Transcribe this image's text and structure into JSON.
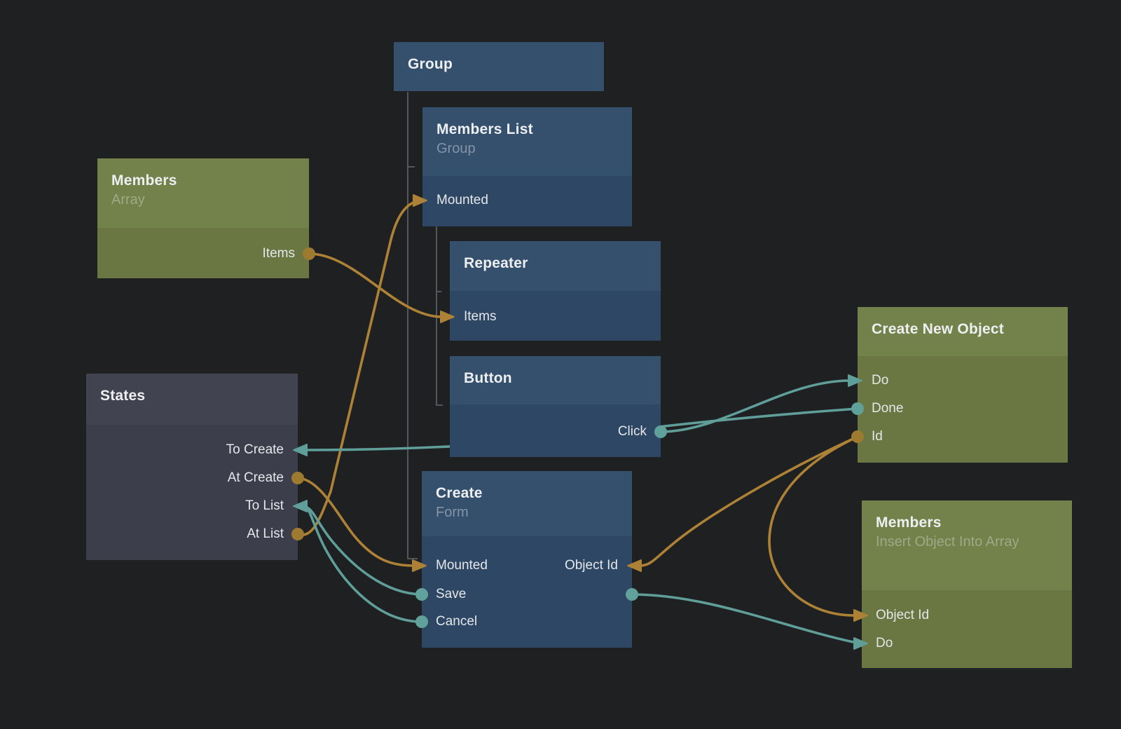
{
  "app": {
    "type": "visual-node-graph-editor"
  },
  "colors": {
    "background": "#1f2021",
    "node_blue_header": "#35506d",
    "node_blue_body": "#2e4764",
    "node_green_header": "#73814a",
    "node_green_body": "#6a7743",
    "node_gray_header": "#414450",
    "node_gray_body": "#3c3f4b",
    "wire_signal": "#5f9e99",
    "wire_data": "#ae8236"
  },
  "nodes": {
    "group": {
      "title": "Group"
    },
    "members_list": {
      "title": "Members List",
      "subtitle": "Group",
      "ports_left": [
        {
          "label": "Mounted",
          "connector": "arrow-in"
        }
      ]
    },
    "members_array": {
      "title": "Members",
      "subtitle": "Array",
      "ports_right": [
        {
          "label": "Items",
          "connector": "dot-out"
        }
      ]
    },
    "repeater": {
      "title": "Repeater",
      "ports_left": [
        {
          "label": "Items",
          "connector": "arrow-in"
        }
      ]
    },
    "button": {
      "title": "Button",
      "ports_right": [
        {
          "label": "Click",
          "connector": "dot-out"
        }
      ]
    },
    "states": {
      "title": "States",
      "ports_right": [
        {
          "label": "To Create",
          "connector": "arrow-in"
        },
        {
          "label": "At Create",
          "connector": "dot-out"
        },
        {
          "label": "To List",
          "connector": "arrow-in"
        },
        {
          "label": "At List",
          "connector": "dot-out"
        }
      ]
    },
    "create": {
      "title": "Create",
      "subtitle": "Form",
      "ports_left": [
        {
          "label": "Mounted",
          "connector": "arrow-in"
        },
        {
          "label": "Save",
          "connector": "dot-out"
        },
        {
          "label": "Cancel",
          "connector": "dot-out"
        }
      ],
      "ports_right": [
        {
          "label": "Object Id",
          "connector": "arrow-in"
        }
      ]
    },
    "create_new_object": {
      "title": "Create New Object",
      "ports_left": [
        {
          "label": "Do",
          "connector": "arrow-in"
        },
        {
          "label": "Done",
          "connector": "dot-out"
        },
        {
          "label": "Id",
          "connector": "dot-out"
        }
      ]
    },
    "members_insert": {
      "title": "Members",
      "subtitle": "Insert Object Into Array",
      "ports_left": [
        {
          "label": "Object Id",
          "connector": "arrow-in"
        },
        {
          "label": "Do",
          "connector": "arrow-in"
        }
      ]
    }
  },
  "hierarchy": [
    {
      "parent": "Group",
      "child": "Members List"
    },
    {
      "parent": "Group",
      "child": "Create"
    },
    {
      "parent": "Members List",
      "child": "Repeater"
    },
    {
      "parent": "Members List",
      "child": "Button"
    }
  ],
  "connections": [
    {
      "from": "Members.Items",
      "to": "Repeater.Items",
      "type": "data"
    },
    {
      "from": "States.At List",
      "to": "Members List.Mounted",
      "type": "data"
    },
    {
      "from": "States.At Create",
      "to": "Create.Mounted",
      "type": "data"
    },
    {
      "from": "Button.Click",
      "to": "Create New Object.Do",
      "type": "signal"
    },
    {
      "from": "Create New Object.Done",
      "to": "States.To Create",
      "type": "signal"
    },
    {
      "from": "Create New Object.Id",
      "to": "Create.Object Id",
      "type": "data"
    },
    {
      "from": "Create New Object.Id",
      "to": "Members.Object Id",
      "type": "data"
    },
    {
      "from": "Create.Save",
      "to": "States.To List",
      "type": "signal"
    },
    {
      "from": "Create.Cancel",
      "to": "States.To List",
      "type": "signal"
    },
    {
      "from": "Create.Save",
      "to": "Members.Do",
      "type": "signal"
    }
  ]
}
